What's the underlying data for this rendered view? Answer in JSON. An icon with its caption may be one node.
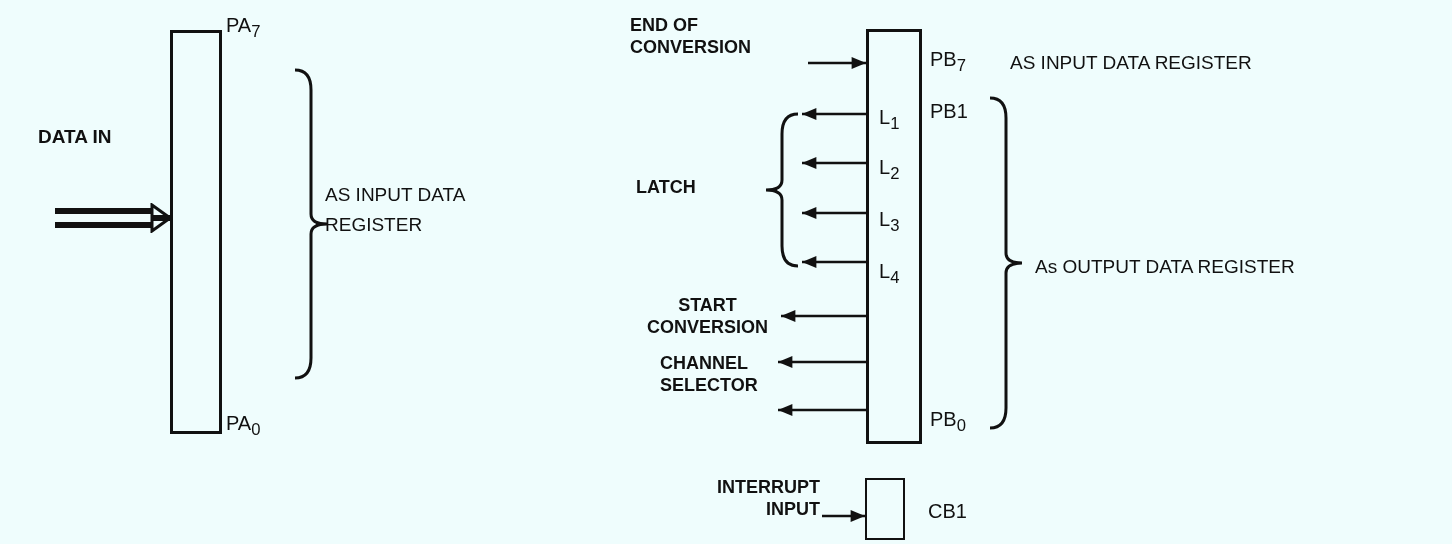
{
  "diagram": {
    "nodes": [
      {
        "text": [],
        "shape": "bar",
        "beside": [
          "PA$_{7}$",
          "PA$_{0}$"
        ]
      },
      {
        "text": [
          "END OF CONVERSION"
        ]
      },
      {
        "text": [
          "L$_{1}$",
          "L$_{2}$",
          "L$_{3}$",
          "L$_{4}$"
        ],
        "beside": [
          "PB$_{7}$",
          "PB1",
          "PB$_{0}$"
        ]
      },
      {
        "text": [
          "LATCH"
        ]
      },
      {
        "text": [
          "START CONVERSION"
        ]
      },
      {
        "text": [
          "CHANNEL SELECTOR"
        ]
      },
      {
        "text": [
          "INTERRUPT INPUT"
        ]
      },
      {
        "text": [],
        "shape": "box",
        "beside": [
          "CB1"
        ]
      }
    ],
    "edges": [
      {
        "from": null,
        "to": 0,
        "arrow": "to",
        "style": "thick"
      },
      {
        "from": 1,
        "to": 2,
        "arrow": "to"
      },
      {
        "from": 2,
        "to": 3,
        "arrow": "to"
      },
      {
        "from": 2,
        "to": 3,
        "arrow": "to"
      },
      {
        "from": 2,
        "to": 3,
        "arrow": "to"
      },
      {
        "from": 2,
        "to": 3,
        "arrow": "to"
      },
      {
        "from": 2,
        "to": 4,
        "arrow": "to"
      },
      {
        "from": 2,
        "to": 5,
        "arrow": "to"
      },
      {
        "from": 2,
        "to": 5,
        "arrow": "to"
      },
      {
        "from": 6,
        "to": 7,
        "arrow": "to"
      }
    ],
    "labels": [
      "DATA IN",
      "AS INPUT DATA REGISTER",
      "AS INPUT DATA REGISTER",
      "As OUTPUT DATA REGISTER"
    ]
  }
}
